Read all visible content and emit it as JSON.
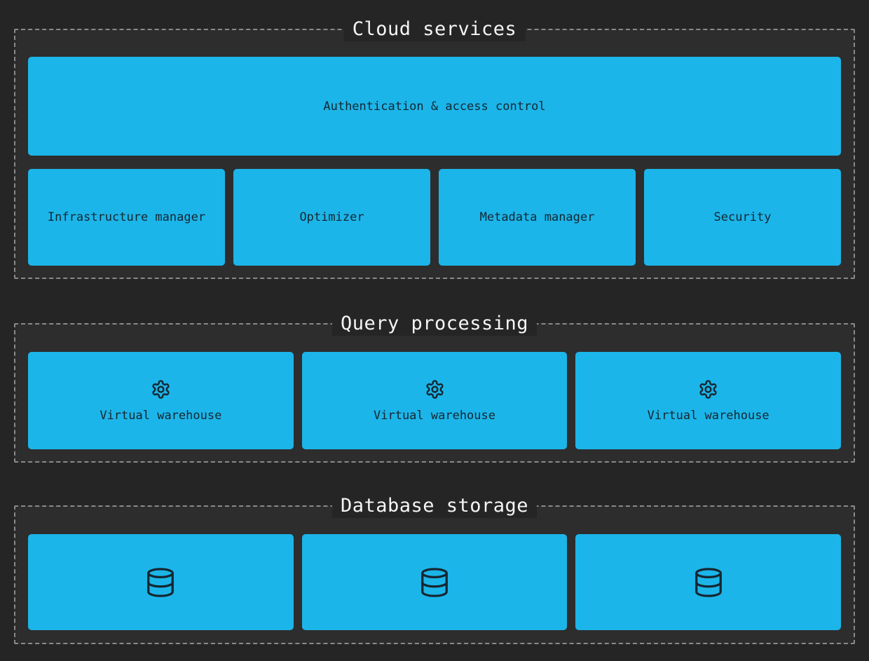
{
  "sections": {
    "cloud": {
      "title": "Cloud services",
      "auth_box": "Authentication & access control",
      "boxes": [
        "Infrastructure manager",
        "Optimizer",
        "Metadata manager",
        "Security"
      ]
    },
    "query": {
      "title": "Query processing",
      "warehouses": [
        {
          "icon": "gear-icon",
          "label": "Virtual warehouse"
        },
        {
          "icon": "gear-icon",
          "label": "Virtual warehouse"
        },
        {
          "icon": "gear-icon",
          "label": "Virtual warehouse"
        }
      ]
    },
    "storage": {
      "title": "Database storage",
      "nodes": [
        {
          "icon": "database-icon"
        },
        {
          "icon": "database-icon"
        },
        {
          "icon": "database-icon"
        }
      ]
    }
  },
  "colors": {
    "page_background": "#252525",
    "panel_background": "#2d2d2d",
    "dashed_border": "#8a8a8a",
    "node_fill": "#1cb5e9",
    "node_text": "#152731",
    "title_text": "#f5f5f5"
  }
}
